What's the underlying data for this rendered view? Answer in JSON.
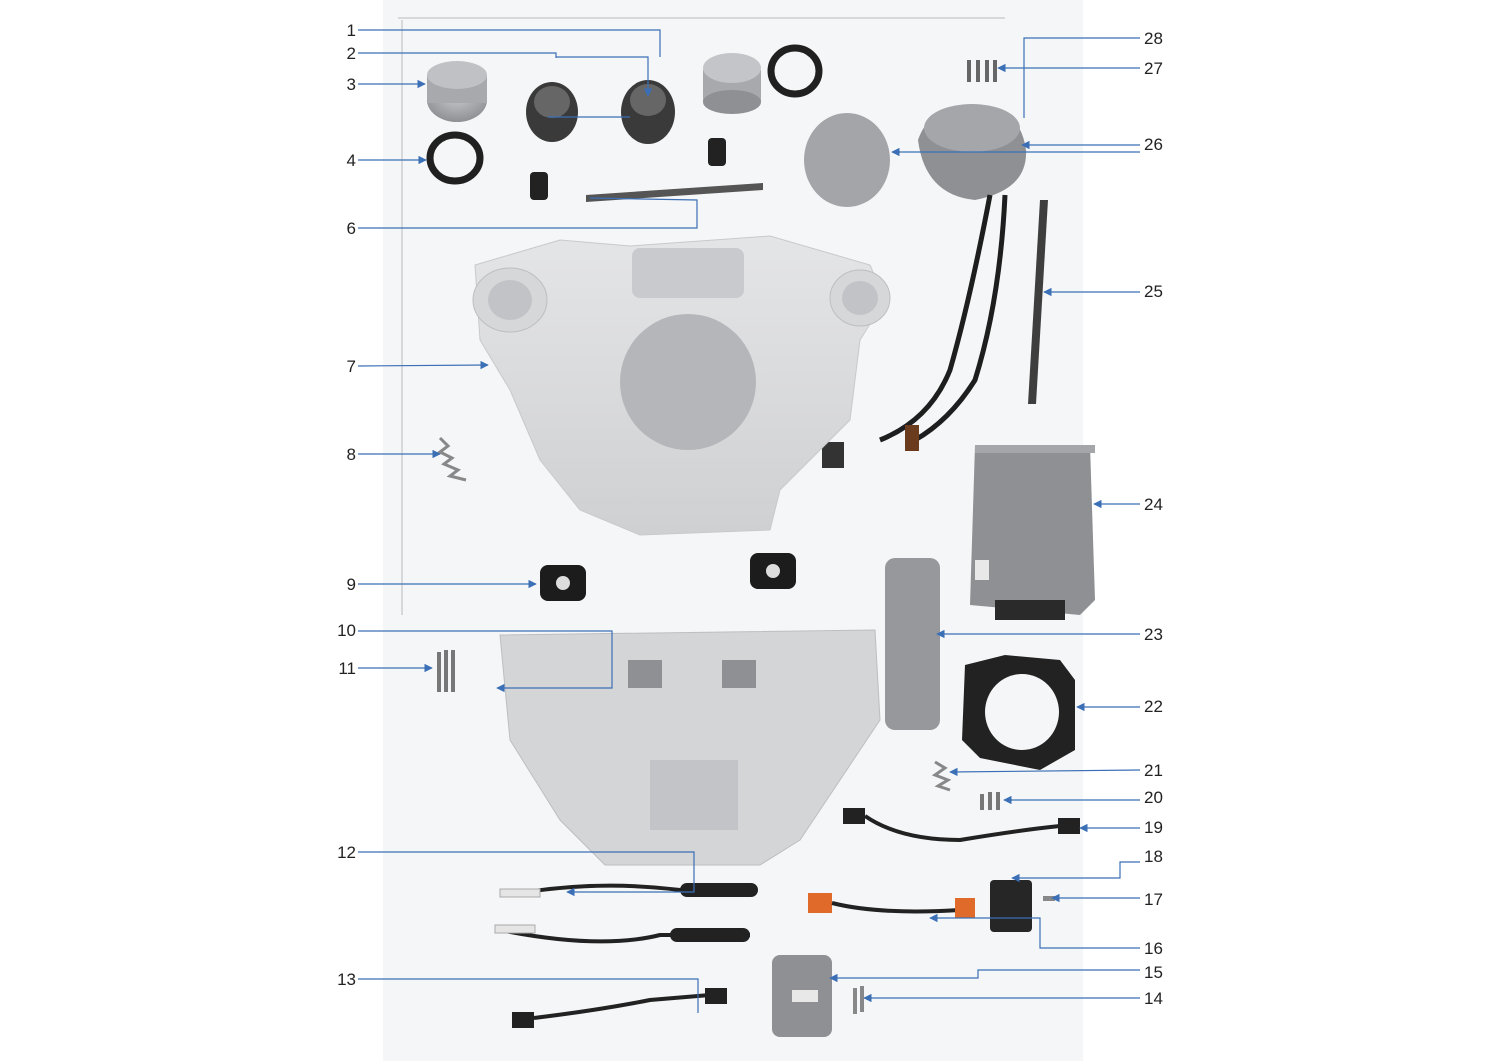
{
  "diagram": {
    "callouts_left": [
      "1",
      "2",
      "3",
      "4",
      "6",
      "7",
      "8",
      "9",
      "10",
      "11",
      "12",
      "13"
    ],
    "callouts_right": [
      "28",
      "27",
      "26",
      "25",
      "24",
      "23",
      "22",
      "21",
      "20",
      "19",
      "18",
      "17",
      "16",
      "15",
      "14"
    ],
    "colors": {
      "part_light": "#d9dadc",
      "part_mid": "#9ea0a4",
      "part_dark": "#232323",
      "leader_line": "#3b6fb6",
      "connector_orange": "#e06a2a"
    }
  }
}
